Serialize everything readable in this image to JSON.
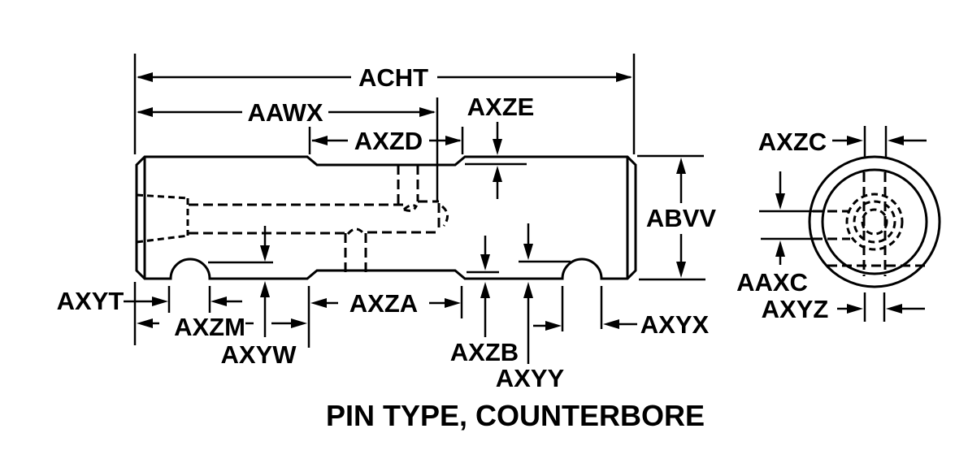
{
  "diagram": {
    "title": "PIN TYPE, COUNTERBORE",
    "colors": {
      "ink": "#000000",
      "background": "#ffffff"
    },
    "side_view": {
      "dimensions": {
        "acht": "ACHT",
        "aawx": "AAWX",
        "axzd": "AXZD",
        "axze": "AXZE",
        "abvv": "ABVV",
        "axyt": "AXYT",
        "axzm": "AXZM",
        "axyw": "AXYW",
        "axza": "AXZA",
        "axzb": "AXZB",
        "axyy": "AXYY",
        "axyx": "AXYX"
      }
    },
    "end_view": {
      "dimensions": {
        "axzc": "AXZC",
        "aaxc": "AAXC",
        "axyz": "AXYZ"
      }
    }
  }
}
